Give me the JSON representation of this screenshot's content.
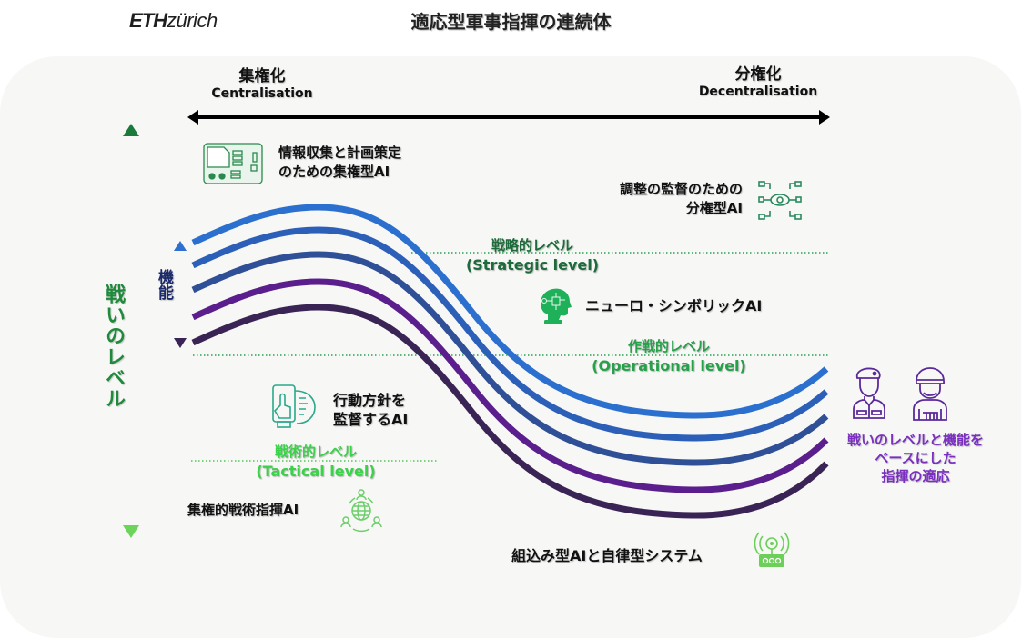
{
  "header": {
    "logo_bold": "ETH",
    "logo_light": "zürich",
    "title": "適応型軍事指揮の連続体"
  },
  "horizontal_axis": {
    "left": {
      "jp": "集権化",
      "en": "Centralisation"
    },
    "right": {
      "jp": "分権化",
      "en": "Decentralisation"
    }
  },
  "vertical_axis": {
    "levels_label": "戦いのレベル",
    "function_label": "機能"
  },
  "levels": {
    "strategic": {
      "jp": "戦略的レベル",
      "en": "(Strategic level)",
      "color": "#1d6b3a"
    },
    "operational": {
      "jp": "作戦的レベル",
      "en": "(Operational level)",
      "color": "#27a04a"
    },
    "tactical": {
      "jp": "戦術的レベル",
      "en": "(Tactical level)",
      "color": "#3bd24a"
    }
  },
  "ai_labels": {
    "centralized_ai": {
      "line1": "情報収集と計画策定",
      "line2": "のための集権型AI",
      "icon": "circuit-board-icon"
    },
    "decentralized_ai": {
      "line1": "調整の監督のための",
      "line2": "分権型AI",
      "icon": "eye-network-icon"
    },
    "neuro_symbolic": {
      "text": "ニューロ・シンボリックAI",
      "icon": "ai-head-icon"
    },
    "course_of_action": {
      "line1": "行動方針を",
      "line2": "監督するAI",
      "icon": "touch-tablet-icon"
    },
    "tactical_command": {
      "text": "集権的戦術指揮AI",
      "icon": "globe-people-icon"
    },
    "embedded": {
      "text": "組込み型AIと自律型システム",
      "icon": "iot-device-icon"
    }
  },
  "adaptation": {
    "line1": "戦いのレベルと機能を",
    "line2": "ベースにした",
    "line3": "指揮の適応",
    "color": "#7a2fc0",
    "icons": [
      "soldier-beret-icon",
      "soldier-helmet-icon"
    ]
  },
  "curves": {
    "colors": [
      "#2b6fcf",
      "#2c5fb8",
      "#2f4f96",
      "#5a1f8c",
      "#3a2456"
    ]
  }
}
